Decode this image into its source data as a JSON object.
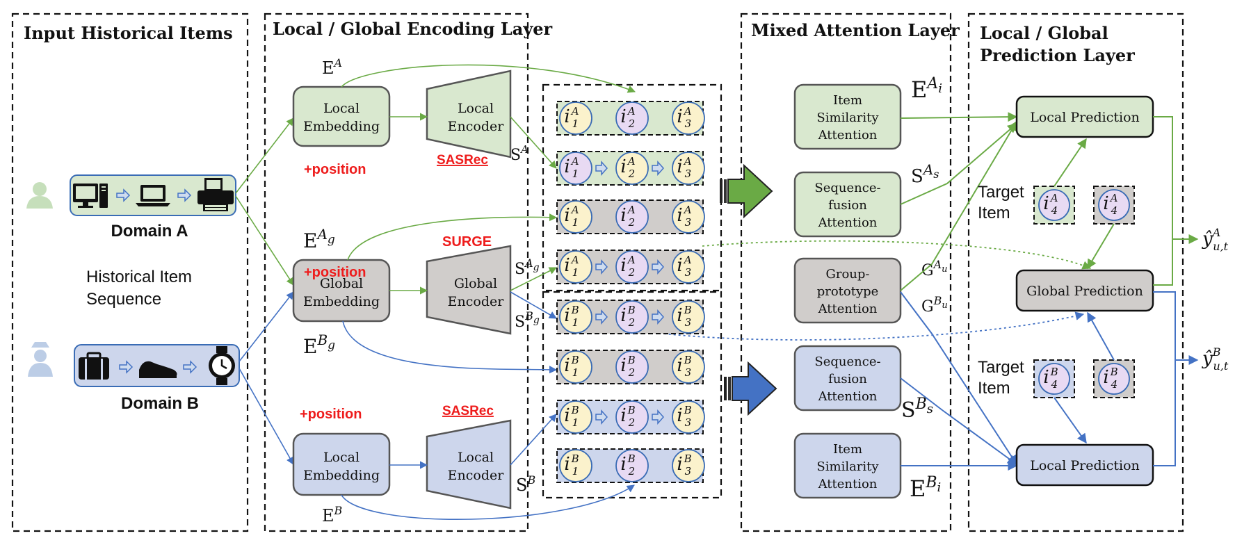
{
  "panels": {
    "input": "Input Historical Items",
    "encoding": "Local / Global Encoding Layer",
    "attention": "Mixed Attention Layer",
    "prediction_l1": "Local / Global",
    "prediction_l2": "Prediction Layer"
  },
  "domains": {
    "a": "Domain A",
    "b": "Domain B",
    "history_l1": "Historical Item",
    "history_l2": "Sequence"
  },
  "embedding": {
    "local_l1": "Local",
    "local_l2": "Embedding",
    "global_l1": "Global",
    "global_l2": "Embedding"
  },
  "encoder": {
    "local_l1": "Local",
    "local_l2": "Encoder",
    "global_l1": "Global",
    "global_l2": "Encoder"
  },
  "tags": {
    "position": "+position",
    "sasrec": "SASRec",
    "surge": "SURGE"
  },
  "symbols": {
    "e_base": "E",
    "s_base": "S",
    "g_base": "G",
    "a": "A",
    "b": "B",
    "ag": "A",
    "ag_sub": "g",
    "bg": "B",
    "bg_sub": "g",
    "ai": "A",
    "ai_sub": "i",
    "as": "A",
    "as_sub": "s",
    "au": "A",
    "au_sub": "u",
    "bu": "B",
    "bu_sub": "u",
    "bs": "B",
    "bs_sub": "s",
    "bi": "B",
    "bi_sub": "i"
  },
  "items": {
    "i": "i",
    "sub1": "1",
    "sub2": "2",
    "sub3": "3",
    "sub4": "4",
    "supA": "A",
    "supB": "B"
  },
  "attention": {
    "itemsim_l1": "Item",
    "itemsim_l2": "Similarity",
    "itemsim_l3": "Attention",
    "seqfusion_l1": "Sequence-",
    "seqfusion_l2": "fusion",
    "seqfusion_l3": "Attention",
    "group_l1": "Group-",
    "group_l2": "prototype",
    "group_l3": "Attention"
  },
  "prediction": {
    "local": "Local Prediction",
    "global": "Global Prediction",
    "target_l1": "Target",
    "target_l2": "Item",
    "y_hat": "ŷ",
    "y_sub": "u,t",
    "y_sup_a": "A",
    "y_sup_b": "B"
  },
  "colors": {
    "green_fill": "#d9e8cf",
    "green_line": "#6aaa45",
    "blue_fill": "#cdd6ec",
    "blue_line": "#4472c4",
    "gray_fill": "#d0cdcb",
    "item_fill": "#fbf2cc",
    "item_pink": "#e8daf3",
    "red": "#ee1c1c"
  },
  "icons": [
    "desktop-icon",
    "laptop-icon",
    "printer-icon",
    "briefcase-icon",
    "shoe-icon",
    "watch-icon",
    "user-green-icon",
    "user-blue-icon"
  ]
}
